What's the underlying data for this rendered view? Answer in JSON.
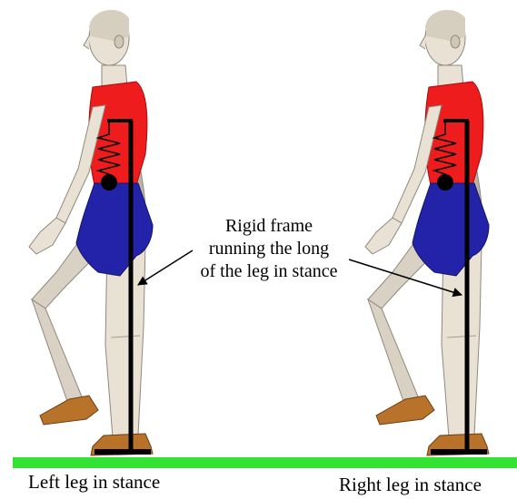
{
  "annotation": {
    "lines": [
      "Rigid frame",
      "running the long",
      "of the leg in stance"
    ]
  },
  "captions": {
    "left": "Left leg in stance",
    "right": "Right leg in stance"
  },
  "colors": {
    "ground": "#33e233",
    "shirt": "#ee1c1c",
    "shorts": "#2223a8",
    "skin": "#e8e1d4",
    "skin_shade": "#bdb5a6",
    "shoe": "#b8722a",
    "frame": "#000000"
  }
}
